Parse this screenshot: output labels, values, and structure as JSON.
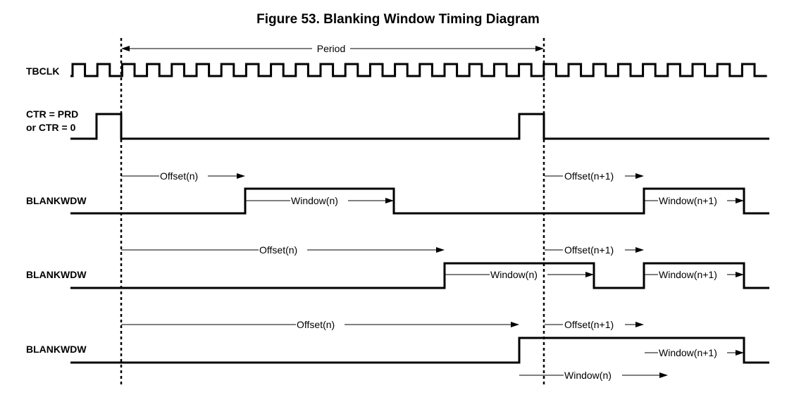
{
  "title": "Figure 53. Blanking Window Timing Diagram",
  "signals": {
    "tbclk": "TBCLK",
    "ctr_line1": "CTR = PRD",
    "ctr_line2": "or CTR = 0",
    "blankwdw_1": "BLANKWDW",
    "blankwdw_2": "BLANKWDW",
    "blankwdw_3": "BLANKWDW"
  },
  "annotations": {
    "period": "Period",
    "row1": {
      "offset_n": "Offset(n)",
      "offset_n1": "Offset(n+1)",
      "window_n": "Window(n)",
      "window_n1": "Window(n+1)"
    },
    "row2": {
      "offset_n": "Offset(n)",
      "offset_n1": "Offset(n+1)",
      "window_n": "Window(n)",
      "window_n1": "Window(n+1)"
    },
    "row3": {
      "offset_n": "Offset(n)",
      "offset_n1": "Offset(n+1)",
      "window_n": "Window(n)",
      "window_n1": "Window(n+1)"
    }
  }
}
